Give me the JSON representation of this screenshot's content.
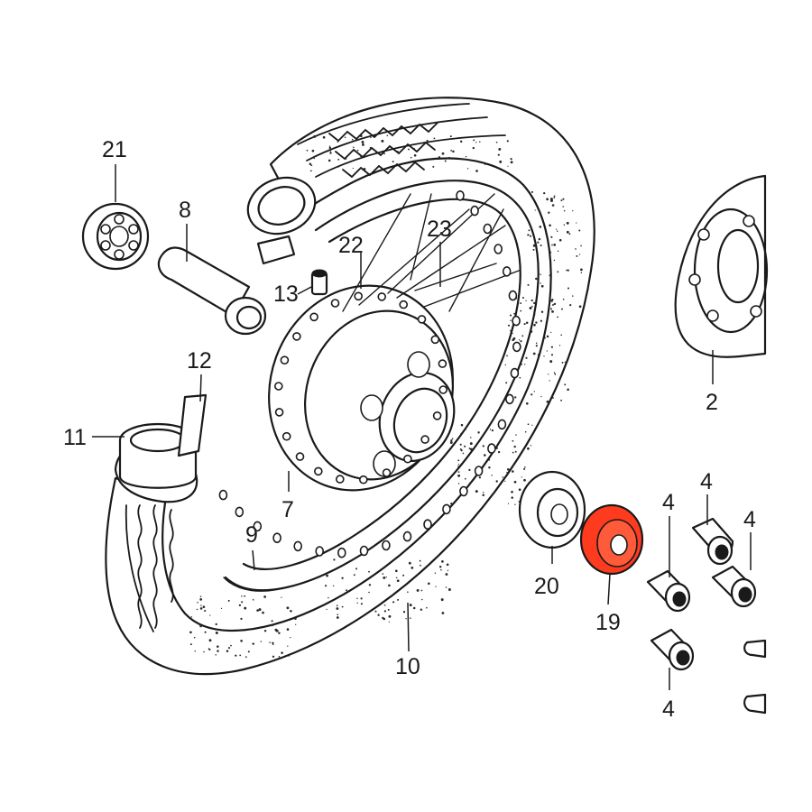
{
  "diagram": {
    "highlight_color": "#ff3b1f",
    "line_color": "#1a1a1a",
    "highlighted_part": "19",
    "callouts": [
      {
        "id": "c21",
        "label": "21"
      },
      {
        "id": "c8",
        "label": "8"
      },
      {
        "id": "c22",
        "label": "22"
      },
      {
        "id": "c23",
        "label": "23"
      },
      {
        "id": "c13",
        "label": "13"
      },
      {
        "id": "c12",
        "label": "12"
      },
      {
        "id": "c11",
        "label": "11"
      },
      {
        "id": "c7",
        "label": "7"
      },
      {
        "id": "c9",
        "label": "9"
      },
      {
        "id": "c10",
        "label": "10"
      },
      {
        "id": "c2",
        "label": "2"
      },
      {
        "id": "c20",
        "label": "20"
      },
      {
        "id": "c19",
        "label": "19"
      },
      {
        "id": "c4a",
        "label": "4"
      },
      {
        "id": "c4b",
        "label": "4"
      },
      {
        "id": "c4c",
        "label": "4"
      },
      {
        "id": "c4d",
        "label": "4"
      }
    ]
  }
}
